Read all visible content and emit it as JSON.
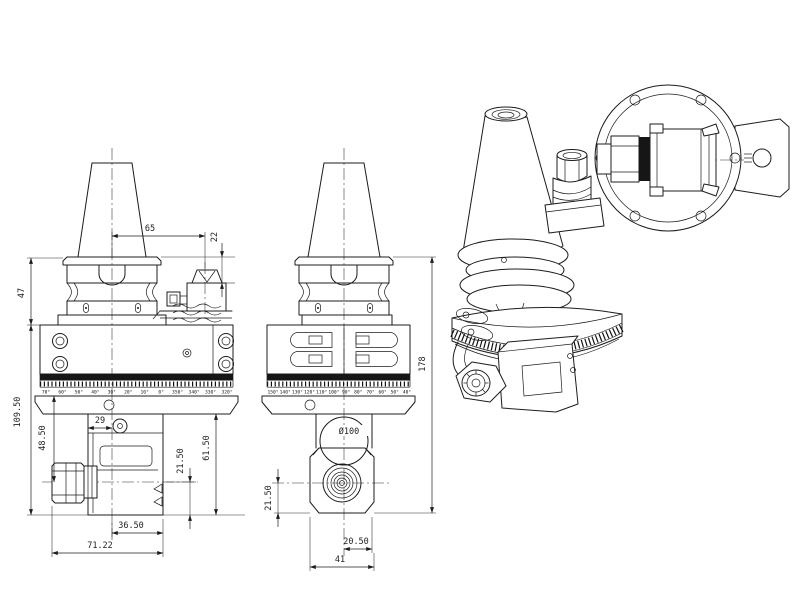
{
  "drawing": {
    "subject": "angle-head-tool-holder-technical-drawing",
    "colors": {
      "background": "#ffffff",
      "line": "#1c1c1c",
      "text": "#222222"
    },
    "side_view": {
      "dims": {
        "width_65": "65",
        "pin_22": "22",
        "flange_47": "47",
        "body_109_5": "109.50",
        "upper_48_5": "48.50",
        "offset_29": "29",
        "head_61_5": "61.50",
        "axis_21_5": "21.50",
        "head_36_5": "36.50",
        "total_71_22": "71.22"
      },
      "scale_labels": [
        "70°",
        "60°",
        "50°",
        "40°",
        "30°",
        "20°",
        "10°",
        "0°",
        "350°",
        "340°",
        "330°",
        "320°"
      ]
    },
    "front_view": {
      "dims": {
        "height_178": "178",
        "body_dia": "Ø100",
        "axis_21_5": "21.50",
        "offset_20_5": "20.50",
        "width_41": "41"
      },
      "scale_labels": [
        "150°",
        "140°",
        "130°",
        "120°",
        "110°",
        "100°",
        "90°",
        "80°",
        "70°",
        "60°",
        "50°",
        "40°"
      ]
    }
  }
}
